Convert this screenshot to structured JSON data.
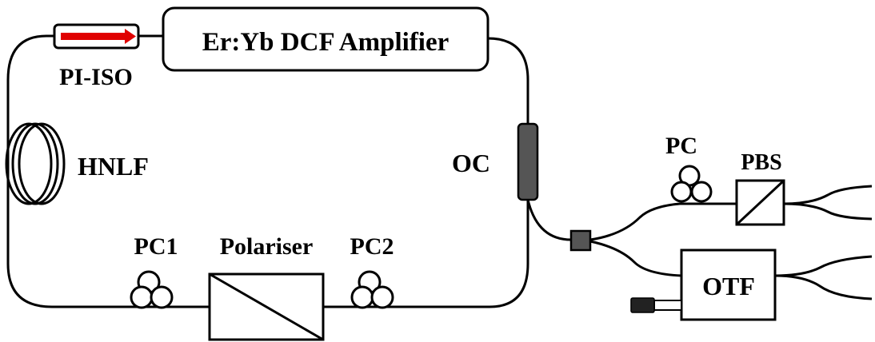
{
  "diagram": {
    "labels": {
      "amplifier": "Er:Yb DCF Amplifier",
      "isolator": "PI-ISO",
      "hnlf": "HNLF",
      "coupler": "OC",
      "pc1": "PC1",
      "polariser": "Polariser",
      "pc2": "PC2",
      "pc": "PC",
      "pbs": "PBS",
      "otf": "OTF"
    },
    "colors": {
      "isolator_arrow": "#e00000",
      "coupler_fill": "#555555",
      "splitter_fill": "#555555",
      "line": "#000000"
    },
    "icons": {
      "isolator": "arrow-right-icon",
      "polarization_controller": "three-loop-paddle-icon",
      "fiber_coil": "fiber-coil-icon",
      "pbs": "diagonal-split-cube-icon",
      "source": "connector-plug-icon"
    }
  }
}
